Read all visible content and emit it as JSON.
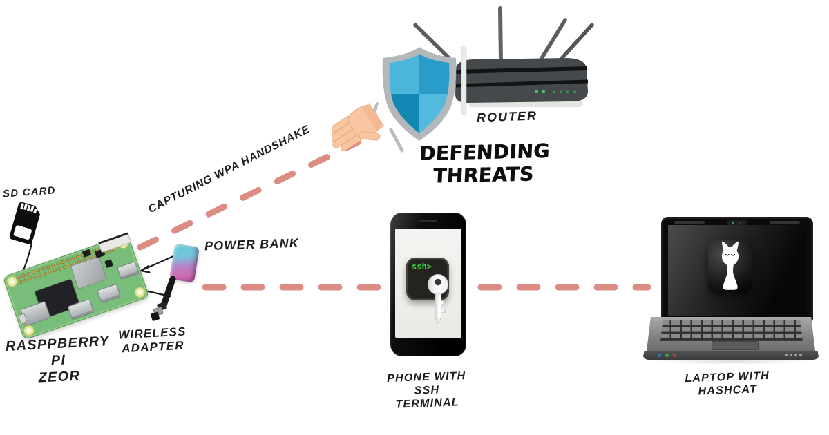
{
  "title": {
    "text": "DEFENDING THREATS"
  },
  "nodes": {
    "router": {
      "label": "ROUTER"
    },
    "raspberry_pi": {
      "label_line1": "RASPPBERRY PI",
      "label_line2": "ZEOR"
    },
    "sd_card": {
      "label": "SD CARD"
    },
    "power_bank": {
      "label": "POWER BANK"
    },
    "wireless_adapter": {
      "label_line1": "WIRELESS",
      "label_line2": "ADAPTER"
    },
    "phone": {
      "label_line1": "PHONE WITH SSH",
      "label_line2": "TERMINAL",
      "terminal_prompt": "ssh>"
    },
    "laptop": {
      "label_line1": "LAPTOP WITH",
      "label_line2": "HASHCAT"
    }
  },
  "connections": {
    "pi_to_router": {
      "label": "CAPTURING WPA HANDSHAKE",
      "style": "dashed"
    },
    "pi_to_phone": {
      "style": "dashed"
    },
    "phone_to_laptop": {
      "style": "dashed"
    }
  },
  "colors": {
    "dash": "#dc8c83",
    "arrow": "#1b1b1b",
    "pcb_green": "#79bd7a",
    "shield_border": "#b4b8bb",
    "shield_top_left": "#4cb6da",
    "shield_top_right": "#2a9cca",
    "shield_bottom_left": "#1488b4",
    "shield_bottom_right": "#53badd",
    "hand_skin": "#f8c7a2",
    "terminal_green": "#37d43a",
    "router_body": "#46494c",
    "led_green": "#4cc96a",
    "power_bank_teal": "#62c9d8",
    "power_bank_pink": "#cf6cb2"
  }
}
